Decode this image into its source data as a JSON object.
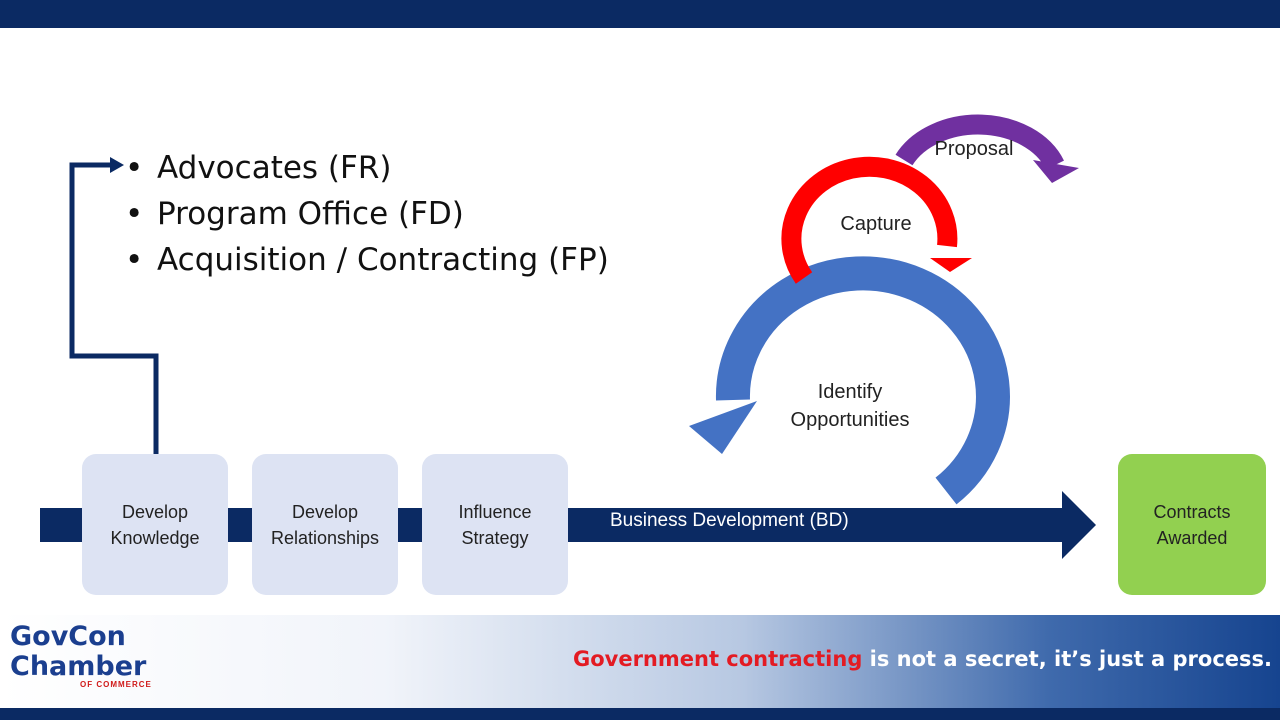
{
  "bullets": [
    "Advocates (FR)",
    "Program Office (FD)",
    "Acquisition / Contracting (FP)"
  ],
  "steps": [
    "Develop\nKnowledge",
    "Develop\nRelationships",
    "Influence\nStrategy"
  ],
  "arrow_label": "Business Development (BD)",
  "outcome": "Contracts\nAwarded",
  "cycles": {
    "identify": "Identify\nOpportunities",
    "capture": "Capture",
    "proposal": "Proposal"
  },
  "logo": {
    "line1": "GovCon",
    "line2": "Chamber",
    "line3": "OF COMMERCE"
  },
  "tagline": {
    "highlight": "Government contracting",
    "rest": " is not a secret, it’s just a process."
  },
  "colors": {
    "navy": "#0b2a63",
    "box_fill": "#dde3f3",
    "outcome_fill": "#92d050",
    "identify_arc": "#4472c4",
    "capture_arc": "#ff0000",
    "proposal_arc": "#7030a0",
    "tagline_red": "#e31b23"
  }
}
